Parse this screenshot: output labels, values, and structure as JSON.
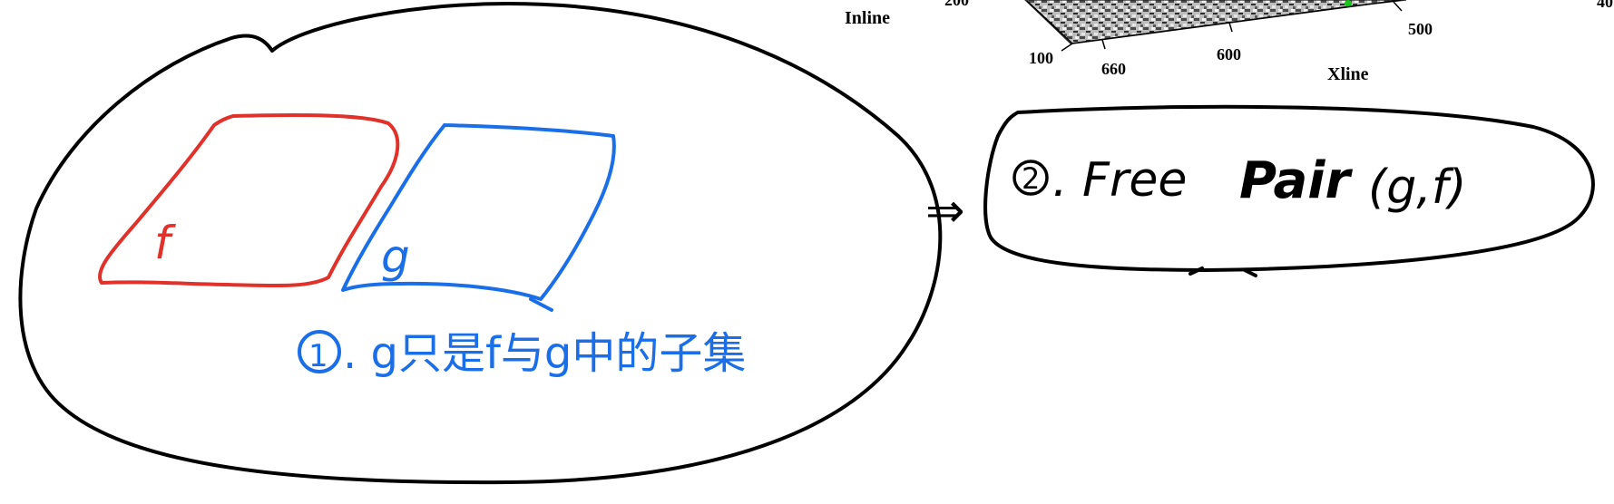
{
  "colors": {
    "ink_black": "#000000",
    "ink_red": "#e0322a",
    "ink_blue": "#1a6fe8",
    "seismic_dark": "#3a3a3a",
    "seismic_light": "#d8d8d8",
    "highlight_green": "#19c419"
  },
  "seismic_plot": {
    "axis_label_inline": "Inline",
    "axis_label_xline": "Xline",
    "tick_labels": [
      "200",
      "100",
      "660",
      "600",
      "500",
      "40"
    ]
  },
  "left_diagram": {
    "label_f": "f",
    "label_g": "g",
    "caption_number": "1",
    "caption_text": ". g只是f与g中的子集"
  },
  "arrow_symbol": "⇒",
  "right_note": {
    "number": "2",
    "text_free": ". Free",
    "text_pair": "Pair",
    "text_args": "(g,f)"
  }
}
